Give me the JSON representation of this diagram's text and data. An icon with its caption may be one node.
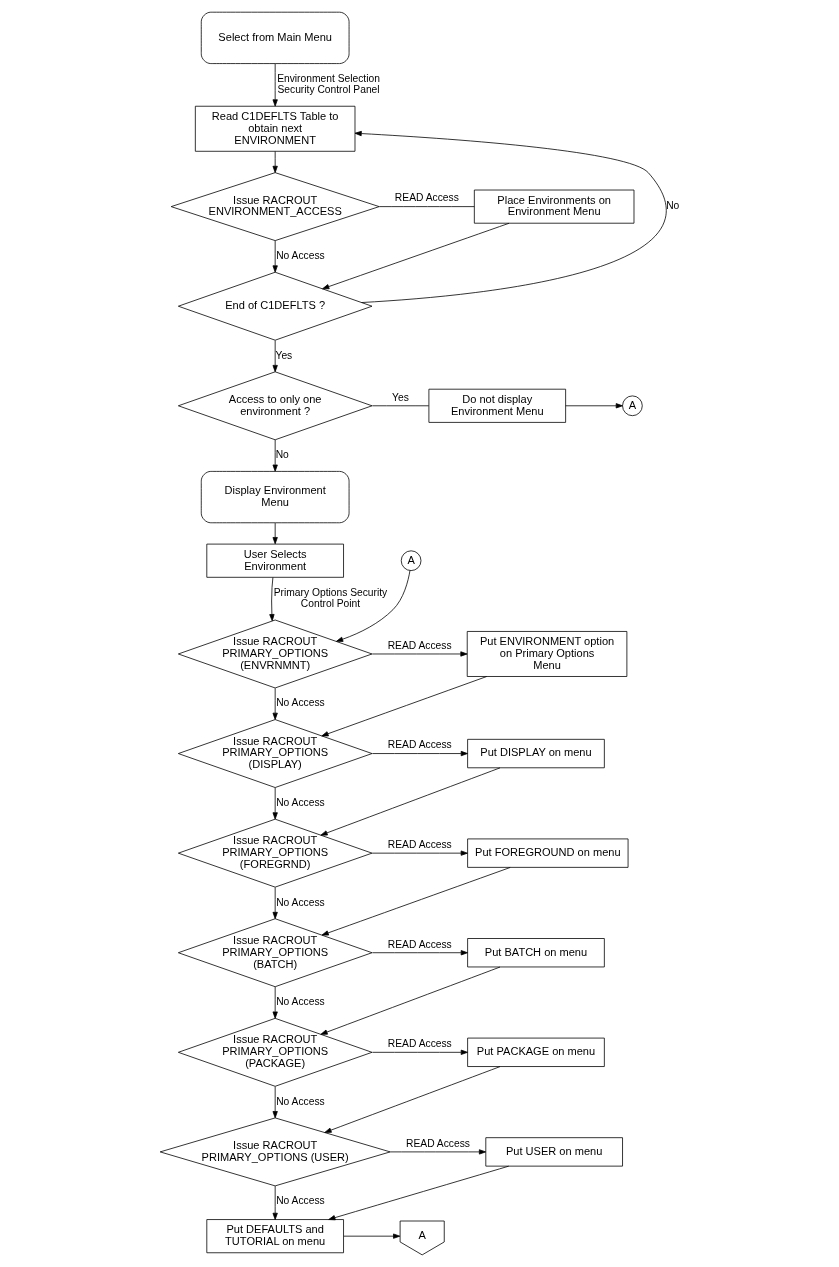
{
  "diagram": {
    "nodes": [
      {
        "text": [
          "Select from Main Menu"
        ]
      },
      {
        "text": [
          "Read C1DEFLTS Table to obtain next ENVIRONMENT"
        ]
      },
      {
        "text": [
          "Issue RACROUT ENVIRONMENT_ACCESS"
        ]
      },
      {
        "text": [
          "Place Environments on Environment Menu"
        ]
      },
      {
        "text": [
          "End of C1DEFLTS ?"
        ]
      },
      {
        "text": [
          "Access to only one environment ?"
        ]
      },
      {
        "text": [
          "Do not display Environment Menu"
        ]
      },
      {
        "text": [
          "A"
        ]
      },
      {
        "text": [
          "Display Environment Menu"
        ]
      },
      {
        "text": [
          "User Selects Environment"
        ]
      },
      {
        "text": [
          "A"
        ]
      },
      {
        "text": [
          "Issue RACROUT PRIMARY_OPTIONS (ENVRNMNT)"
        ]
      },
      {
        "text": [
          "Put ENVIRONMENT option on Primary Options Menu"
        ]
      },
      {
        "text": [
          "Issue RACROUT PRIMARY_OPTIONS (DISPLAY)"
        ]
      },
      {
        "text": [
          "Put DISPLAY on menu"
        ]
      },
      {
        "text": [
          "Issue RACROUT PRIMARY_OPTIONS (FOREGRND)"
        ]
      },
      {
        "text": [
          "Put FOREGROUND on menu"
        ]
      },
      {
        "text": [
          "Issue RACROUT PRIMARY_OPTIONS (BATCH)"
        ]
      },
      {
        "text": [
          "Put BATCH on menu"
        ]
      },
      {
        "text": [
          "Issue RACROUT PRIMARY_OPTIONS (PACKAGE)"
        ]
      },
      {
        "text": [
          "Put PACKAGE on menu"
        ]
      },
      {
        "text": [
          "Issue RACROUT PRIMARY_OPTIONS (USER)"
        ]
      },
      {
        "text": [
          "Put USER on menu"
        ]
      },
      {
        "text": [
          "Put DEFAULTS and TUTORIAL on menu"
        ]
      },
      {
        "text": [
          "A"
        ]
      }
    ],
    "edges": [
      {
        "from": 0,
        "to": 1,
        "arrow": "to",
        "label": "Environment Selection Security Control Panel"
      },
      {
        "from": 1,
        "to": 2,
        "arrow": "to"
      },
      {
        "from": 2,
        "to": 3,
        "arrow": "none",
        "label": "READ Access"
      },
      {
        "from": 2,
        "to": 4,
        "arrow": "to",
        "label": "No Access"
      },
      {
        "from": 3,
        "to": 4,
        "arrow": "to"
      },
      {
        "from": 4,
        "to": 1,
        "arrow": "to",
        "label": "No"
      },
      {
        "from": 4,
        "to": 5,
        "arrow": "to",
        "label": "Yes"
      },
      {
        "from": 5,
        "to": 6,
        "arrow": "none",
        "label": "Yes"
      },
      {
        "from": 6,
        "to": 7,
        "arrow": "to"
      },
      {
        "from": 5,
        "to": 8,
        "arrow": "to",
        "label": "No"
      },
      {
        "from": 8,
        "to": 9,
        "arrow": "to"
      },
      {
        "from": 9,
        "to": 11,
        "arrow": "to",
        "label": "Primary Options Security Control Point"
      },
      {
        "from": 10,
        "to": 11,
        "arrow": "to"
      },
      {
        "from": 11,
        "to": 12,
        "arrow": "to",
        "label": "READ Access"
      },
      {
        "from": 11,
        "to": 13,
        "arrow": "to",
        "label": "No Access"
      },
      {
        "from": 12,
        "to": 13,
        "arrow": "to"
      },
      {
        "from": 13,
        "to": 14,
        "arrow": "to",
        "label": "READ Access"
      },
      {
        "from": 13,
        "to": 15,
        "arrow": "to",
        "label": "No Access"
      },
      {
        "from": 14,
        "to": 15,
        "arrow": "to"
      },
      {
        "from": 15,
        "to": 16,
        "arrow": "to",
        "label": "READ Access"
      },
      {
        "from": 15,
        "to": 17,
        "arrow": "to",
        "label": "No Access"
      },
      {
        "from": 16,
        "to": 17,
        "arrow": "to"
      },
      {
        "from": 17,
        "to": 18,
        "arrow": "to",
        "label": "READ Access"
      },
      {
        "from": 17,
        "to": 19,
        "arrow": "to",
        "label": "No Access"
      },
      {
        "from": 18,
        "to": 19,
        "arrow": "to"
      },
      {
        "from": 19,
        "to": 20,
        "arrow": "to",
        "label": "READ Access"
      },
      {
        "from": 19,
        "to": 21,
        "arrow": "to",
        "label": "No Access"
      },
      {
        "from": 20,
        "to": 21,
        "arrow": "to"
      },
      {
        "from": 21,
        "to": 22,
        "arrow": "to",
        "label": "READ Access"
      },
      {
        "from": 21,
        "to": 23,
        "arrow": "to",
        "label": "No Access"
      },
      {
        "from": 22,
        "to": 23,
        "arrow": "to"
      },
      {
        "from": 23,
        "to": 24,
        "arrow": "to"
      }
    ]
  }
}
